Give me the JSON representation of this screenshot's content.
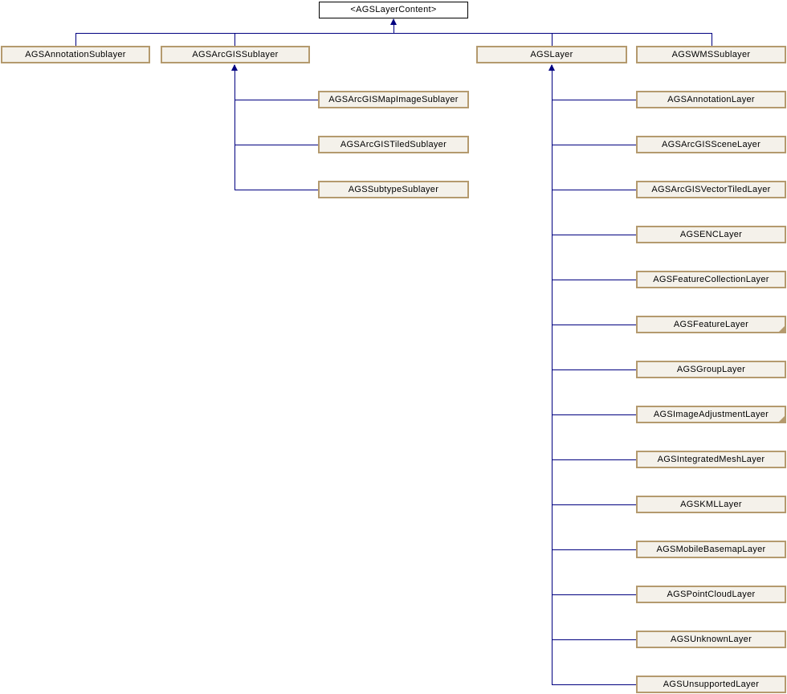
{
  "diagram": {
    "title": "AGSLayerContent inheritance graph",
    "colors": {
      "line": "#000080",
      "box_border": "#B49A6E",
      "box_fill": "#F4F1EA",
      "root_border": "#000000",
      "root_fill": "#FFFFFF",
      "text": "#000000"
    },
    "root": {
      "label": "<AGSLayerContent>"
    },
    "children": [
      {
        "label": "AGSAnnotationSublayer",
        "children": []
      },
      {
        "label": "AGSArcGISSublayer",
        "children": [
          {
            "label": "AGSArcGISMapImageSublayer",
            "truncated": false
          },
          {
            "label": "AGSArcGISTiledSublayer",
            "truncated": false
          },
          {
            "label": "AGSSubtypeSublayer",
            "truncated": false
          }
        ]
      },
      {
        "label": "AGSLayer",
        "children": [
          {
            "label": "AGSAnnotationLayer",
            "truncated": false
          },
          {
            "label": "AGSArcGISSceneLayer",
            "truncated": false
          },
          {
            "label": "AGSArcGISVectorTiledLayer",
            "truncated": false
          },
          {
            "label": "AGSENCLayer",
            "truncated": false
          },
          {
            "label": "AGSFeatureCollectionLayer",
            "truncated": false
          },
          {
            "label": "AGSFeatureLayer",
            "truncated": true
          },
          {
            "label": "AGSGroupLayer",
            "truncated": false
          },
          {
            "label": "AGSImageAdjustmentLayer",
            "truncated": true
          },
          {
            "label": "AGSIntegratedMeshLayer",
            "truncated": false
          },
          {
            "label": "AGSKMLLayer",
            "truncated": false
          },
          {
            "label": "AGSMobileBasemapLayer",
            "truncated": false
          },
          {
            "label": "AGSPointCloudLayer",
            "truncated": false
          },
          {
            "label": "AGSUnknownLayer",
            "truncated": false
          },
          {
            "label": "AGSUnsupportedLayer",
            "truncated": false
          }
        ]
      },
      {
        "label": "AGSWMSSublayer",
        "children": []
      }
    ]
  }
}
